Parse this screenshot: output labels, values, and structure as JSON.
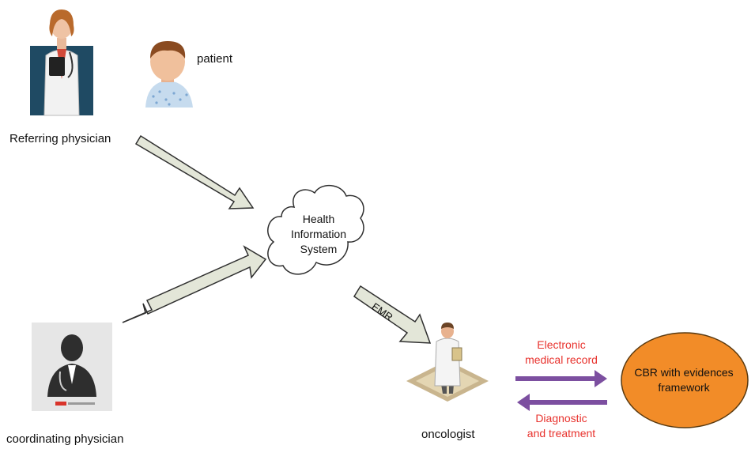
{
  "actors": {
    "referring_physician": "Referring physician",
    "patient": "patient",
    "coordinating_physician": "coordinating physician",
    "oncologist": "oncologist"
  },
  "cloud": {
    "line1": "Health",
    "line2": "Information",
    "line3": "System"
  },
  "edges": {
    "emr": "EMR",
    "to_cbr_line1": "Electronic",
    "to_cbr_line2": "medical record",
    "from_cbr_line1": "Diagnostic",
    "from_cbr_line2": "and treatment"
  },
  "cbr": {
    "line1": "CBR with evidences",
    "line2": "framework"
  },
  "colors": {
    "block_arrow_fill": "#e3e6d8",
    "flow_arrow": "#7c4fa0",
    "red_text": "#e8322d",
    "cbr_fill": "#f28c28",
    "physician_bg": "#1f4a63"
  },
  "icons": {
    "referring_physician": "female-doctor-icon",
    "patient": "patient-icon",
    "coordinating_physician": "doctor-silhouette-icon",
    "oncologist": "oncologist-icon",
    "cloud": "cloud-icon"
  }
}
